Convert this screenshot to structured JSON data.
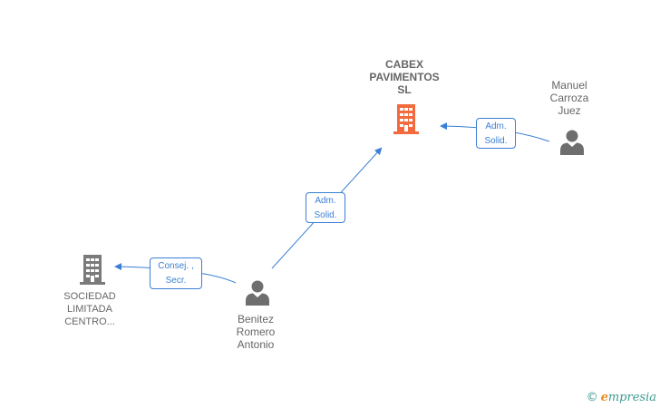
{
  "colors": {
    "link": "#3a7fd5",
    "company_main": "#f26a3d",
    "company_other": "#7a7a7a",
    "person": "#6e6e6e"
  },
  "nodes": {
    "cabex": {
      "lines": [
        "CABEX",
        "PAVIMENTOS",
        "SL"
      ],
      "icon": "building-icon"
    },
    "sociedad": {
      "lines": [
        "SOCIEDAD",
        "LIMITADA",
        "CENTRO..."
      ],
      "icon": "building-icon"
    },
    "manuel": {
      "lines": [
        "Manuel",
        "Carroza",
        "Juez"
      ],
      "icon": "person-icon"
    },
    "benitez": {
      "lines": [
        "Benitez",
        "Romero",
        "Antonio"
      ],
      "icon": "person-icon"
    }
  },
  "roles": {
    "manuel_cabex": [
      "Adm.",
      "Solid."
    ],
    "benitez_cabex": [
      "Adm.",
      "Solid."
    ],
    "benitez_sociedad": [
      "Consej. ,",
      "Secr."
    ]
  },
  "watermark": {
    "copyright": "©",
    "brand_first": "e",
    "brand_rest": "mpresia"
  }
}
